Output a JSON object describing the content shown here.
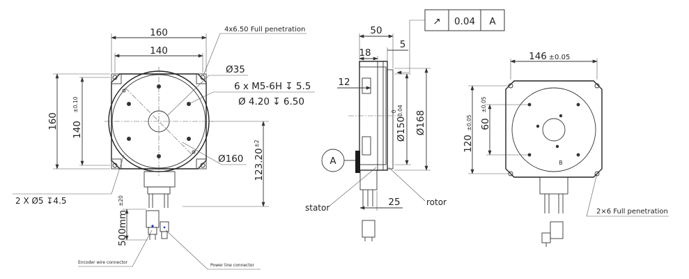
{
  "front_view": {
    "dim_width_outer": "160",
    "dim_width_inner": "140",
    "dim_height_outer": "160",
    "dim_height_inner": "140",
    "dim_height_inner_tol": "±0.10",
    "note_corner_holes": "4x6.50 Full penetration",
    "dia_35": "Ø35",
    "thread_note_1": "6 x   M5-6H ↧ 5.5",
    "thread_note_2": "Ø 4.20 ↧ 6.50",
    "dia_160": "Ø160",
    "dim_center": "123.20",
    "dim_center_tol": "±2",
    "pin_note": "2 X Ø5   ↧4.5",
    "cable_length": "500mm",
    "cable_length_tol": "±20",
    "label_encoder": "Encoder wire connector",
    "label_power": "Power line connector"
  },
  "side_view": {
    "runout_symbol": "↗",
    "runout_value": "0.04",
    "runout_datum": "A",
    "datum_marker": "A",
    "dim_50": "50",
    "dim_18": "18",
    "dim_5": "5",
    "dim_12": "12",
    "dia_150": "Ø150",
    "dia_150_tol_upper": "0",
    "dia_150_tol_lower": "-0.04",
    "dia_168": "Ø168",
    "dim_25": "25",
    "label_stator": "stator",
    "label_rotor": "rotor"
  },
  "rear_view": {
    "dim_146": "146",
    "dim_146_tol": "±0.05",
    "dim_120": "120",
    "dim_120_tol": "±0.05",
    "dim_60": "60",
    "dim_60_tol": "±0.05",
    "mark_b": "B",
    "note_holes": "2×6 Full penetration"
  }
}
